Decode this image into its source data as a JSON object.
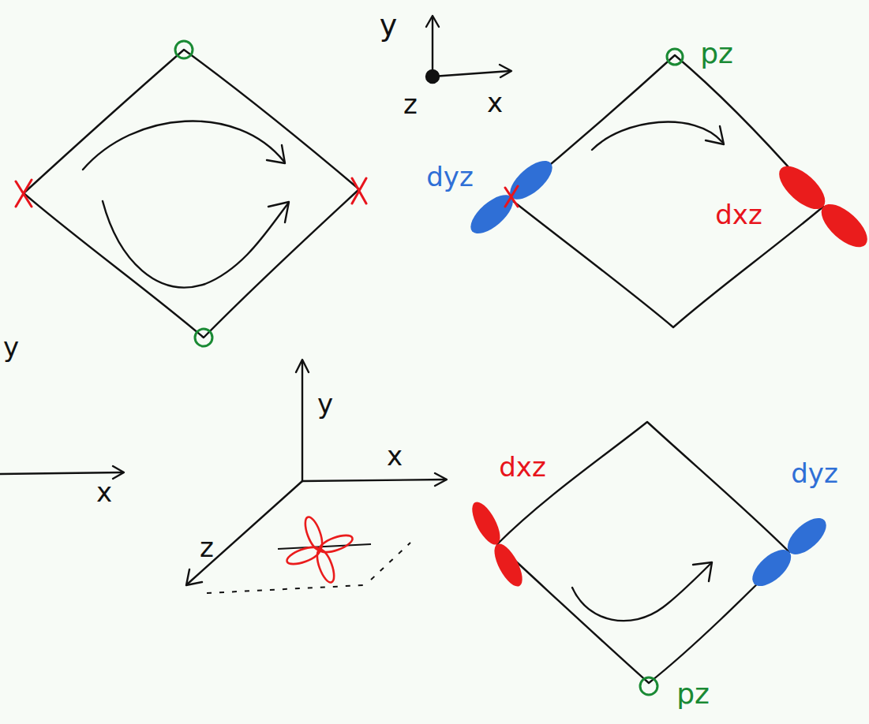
{
  "diagram": {
    "labels": [
      "y",
      "pz",
      "z",
      "x",
      "dyz",
      "dxz",
      "y",
      "y",
      "x",
      "dxz",
      "dyz",
      "x",
      "z",
      "pz"
    ]
  }
}
